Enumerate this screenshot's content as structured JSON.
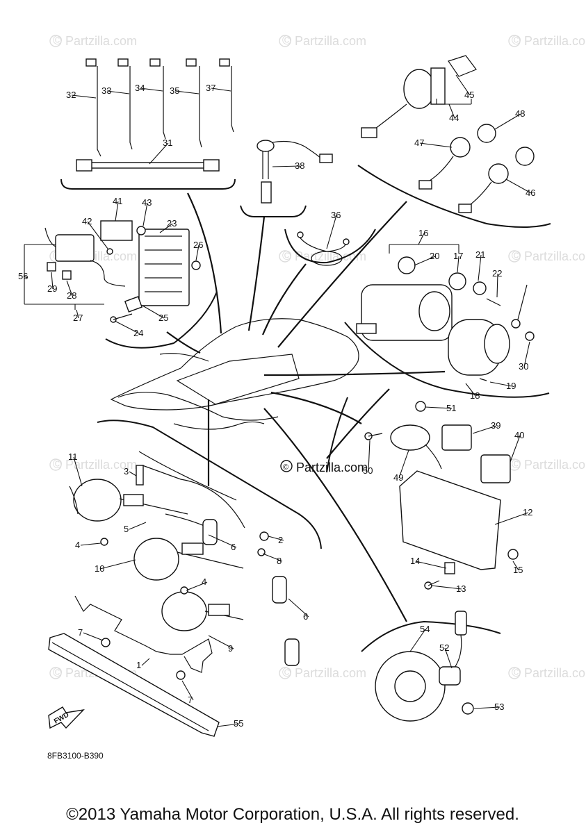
{
  "watermark": {
    "text": "Partzilla.com",
    "center_text": "Partzilla.com",
    "symbol": "©"
  },
  "diagram_code": "8FB3100-B390",
  "fwd_label": "FWD",
  "footer": "©2013 Yamaha Motor Corporation, U.S.A. All rights reserved.",
  "labels": [
    "1",
    "2",
    "3",
    "4",
    "4",
    "5",
    "6",
    "6",
    "7",
    "7",
    "8",
    "9",
    "10",
    "11",
    "12",
    "13",
    "14",
    "15",
    "16",
    "17",
    "18",
    "19",
    "20",
    "21",
    "22",
    "23",
    "24",
    "25",
    "26",
    "27",
    "28",
    "29",
    "30",
    "31",
    "32",
    "33",
    "34",
    "35",
    "37",
    "38",
    "36",
    "39",
    "40",
    "41",
    "42",
    "43",
    "44",
    "45",
    "46",
    "47",
    "48",
    "49",
    "50",
    "51",
    "52",
    "53",
    "54",
    "55",
    "56"
  ]
}
